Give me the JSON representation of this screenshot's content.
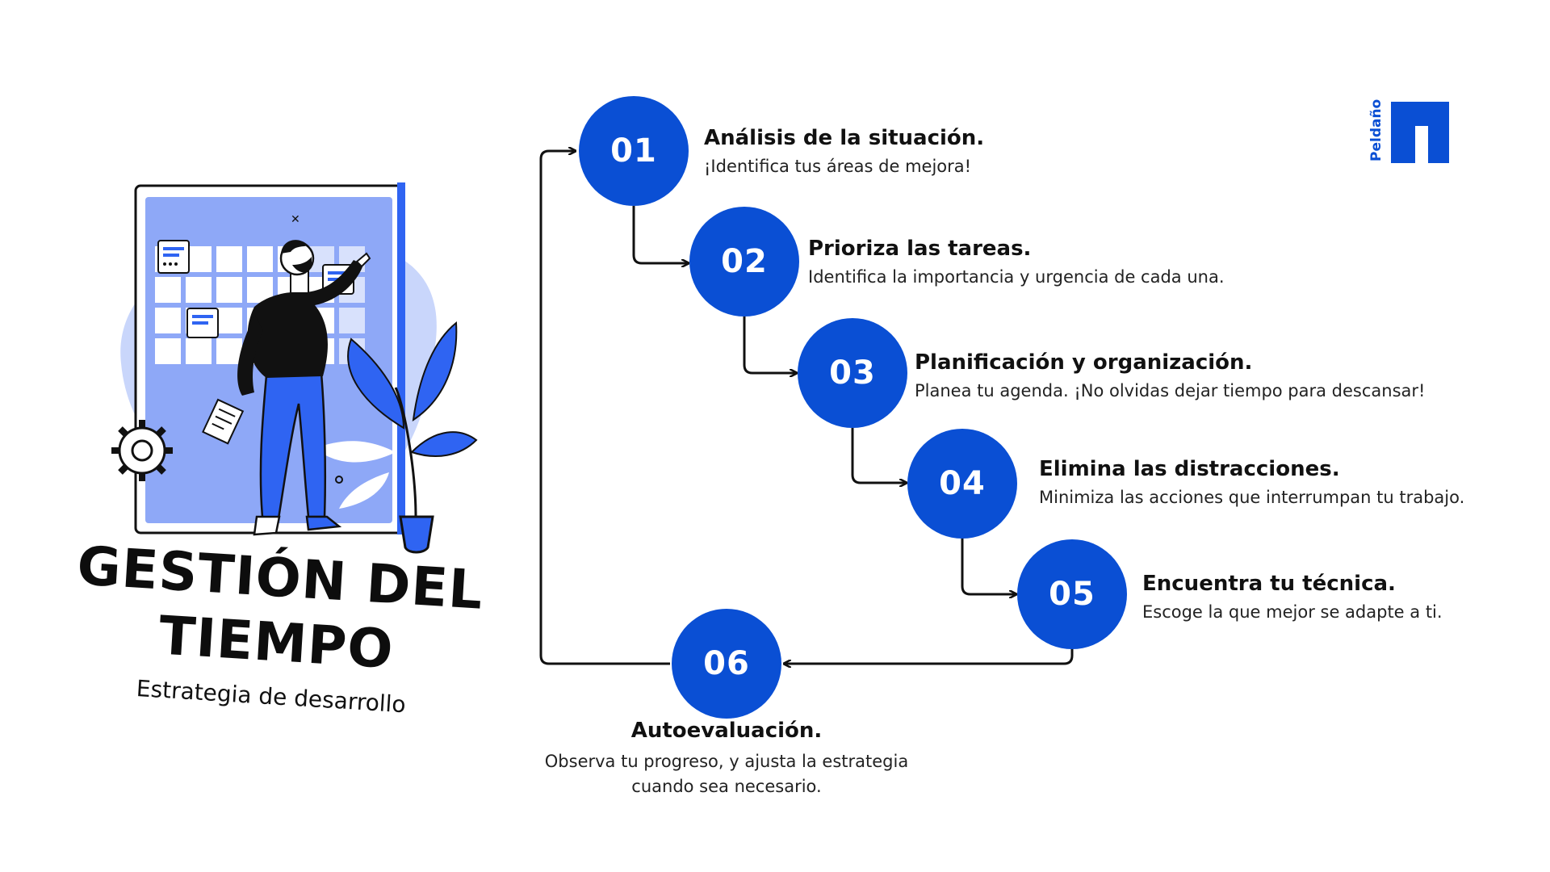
{
  "brand": {
    "name": "Peldaño",
    "color": "#0a4fd4"
  },
  "title": {
    "line1": "GESTIÓN DEL",
    "line2": "TIEMPO",
    "subtitle": "Estrategia de desarrollo"
  },
  "colors": {
    "accent": "#0a4fd4",
    "light_blue": "#8ea8f7",
    "pale_blue": "#c9d6fb",
    "text": "#111111"
  },
  "steps": [
    {
      "number": "01",
      "title": "Análisis de la situación.",
      "description": "¡Identifica tus áreas de mejora!"
    },
    {
      "number": "02",
      "title": "Prioriza las tareas.",
      "description": "Identifica la importancia y urgencia de cada una."
    },
    {
      "number": "03",
      "title": "Planificación y organización.",
      "description": "Planea tu agenda.  ¡No olvidas dejar tiempo para descansar!"
    },
    {
      "number": "04",
      "title": "Elimina las distracciones.",
      "description": "Minimiza las acciones que interrumpan tu trabajo."
    },
    {
      "number": "05",
      "title": "Encuentra tu técnica.",
      "description": "Escoge la que mejor se adapte a ti."
    },
    {
      "number": "06",
      "title": "Autoevaluación.",
      "description": "Observa tu progreso, y ajusta la estrategia cuando sea necesario."
    }
  ],
  "illustration": {
    "icons": [
      "calendar-board-icon",
      "person-icon",
      "gear-icon",
      "plant-icon",
      "document-icon"
    ]
  }
}
